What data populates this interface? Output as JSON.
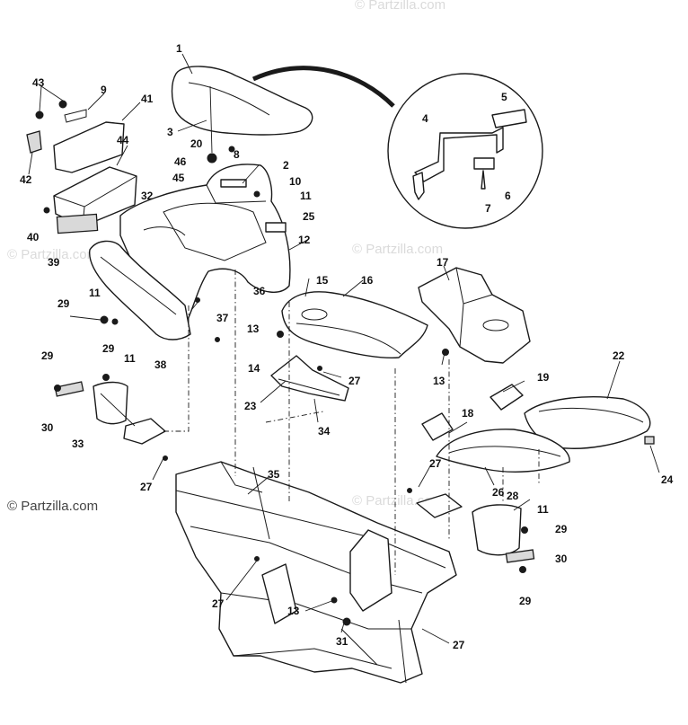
{
  "diagram": {
    "watermark_text": "© Partzilla.com",
    "credit_text": "© Partzilla.com",
    "callouts": [
      {
        "id": "c1",
        "label": "1"
      },
      {
        "id": "c2",
        "label": "2"
      },
      {
        "id": "c3",
        "label": "3"
      },
      {
        "id": "c4",
        "label": "4"
      },
      {
        "id": "c5",
        "label": "5"
      },
      {
        "id": "c6",
        "label": "6"
      },
      {
        "id": "c7",
        "label": "7"
      },
      {
        "id": "c8",
        "label": "8"
      },
      {
        "id": "c9",
        "label": "9"
      },
      {
        "id": "c10",
        "label": "10"
      },
      {
        "id": "c11a",
        "label": "11"
      },
      {
        "id": "c11b",
        "label": "11"
      },
      {
        "id": "c11c",
        "label": "11"
      },
      {
        "id": "c11d",
        "label": "11"
      },
      {
        "id": "c12",
        "label": "12"
      },
      {
        "id": "c13a",
        "label": "13"
      },
      {
        "id": "c13b",
        "label": "13"
      },
      {
        "id": "c13c",
        "label": "13"
      },
      {
        "id": "c14",
        "label": "14"
      },
      {
        "id": "c15",
        "label": "15"
      },
      {
        "id": "c16",
        "label": "16"
      },
      {
        "id": "c17",
        "label": "17"
      },
      {
        "id": "c18",
        "label": "18"
      },
      {
        "id": "c19",
        "label": "19"
      },
      {
        "id": "c20",
        "label": "20"
      },
      {
        "id": "c22",
        "label": "22"
      },
      {
        "id": "c23",
        "label": "23"
      },
      {
        "id": "c24",
        "label": "24"
      },
      {
        "id": "c25",
        "label": "25"
      },
      {
        "id": "c26",
        "label": "26"
      },
      {
        "id": "c27a",
        "label": "27"
      },
      {
        "id": "c27b",
        "label": "27"
      },
      {
        "id": "c27c",
        "label": "27"
      },
      {
        "id": "c27d",
        "label": "27"
      },
      {
        "id": "c27e",
        "label": "27"
      },
      {
        "id": "c28",
        "label": "28"
      },
      {
        "id": "c29a",
        "label": "29"
      },
      {
        "id": "c29b",
        "label": "29"
      },
      {
        "id": "c29c",
        "label": "29"
      },
      {
        "id": "c29d",
        "label": "29"
      },
      {
        "id": "c29e",
        "label": "29"
      },
      {
        "id": "c30a",
        "label": "30"
      },
      {
        "id": "c30b",
        "label": "30"
      },
      {
        "id": "c31",
        "label": "31"
      },
      {
        "id": "c32",
        "label": "32"
      },
      {
        "id": "c33",
        "label": "33"
      },
      {
        "id": "c34",
        "label": "34"
      },
      {
        "id": "c35",
        "label": "35"
      },
      {
        "id": "c36",
        "label": "36"
      },
      {
        "id": "c37",
        "label": "37"
      },
      {
        "id": "c38",
        "label": "38"
      },
      {
        "id": "c39",
        "label": "39"
      },
      {
        "id": "c40",
        "label": "40"
      },
      {
        "id": "c41",
        "label": "41"
      },
      {
        "id": "c42",
        "label": "42"
      },
      {
        "id": "c43",
        "label": "43"
      },
      {
        "id": "c44",
        "label": "44"
      },
      {
        "id": "c45",
        "label": "45"
      },
      {
        "id": "c46",
        "label": "46"
      }
    ]
  }
}
